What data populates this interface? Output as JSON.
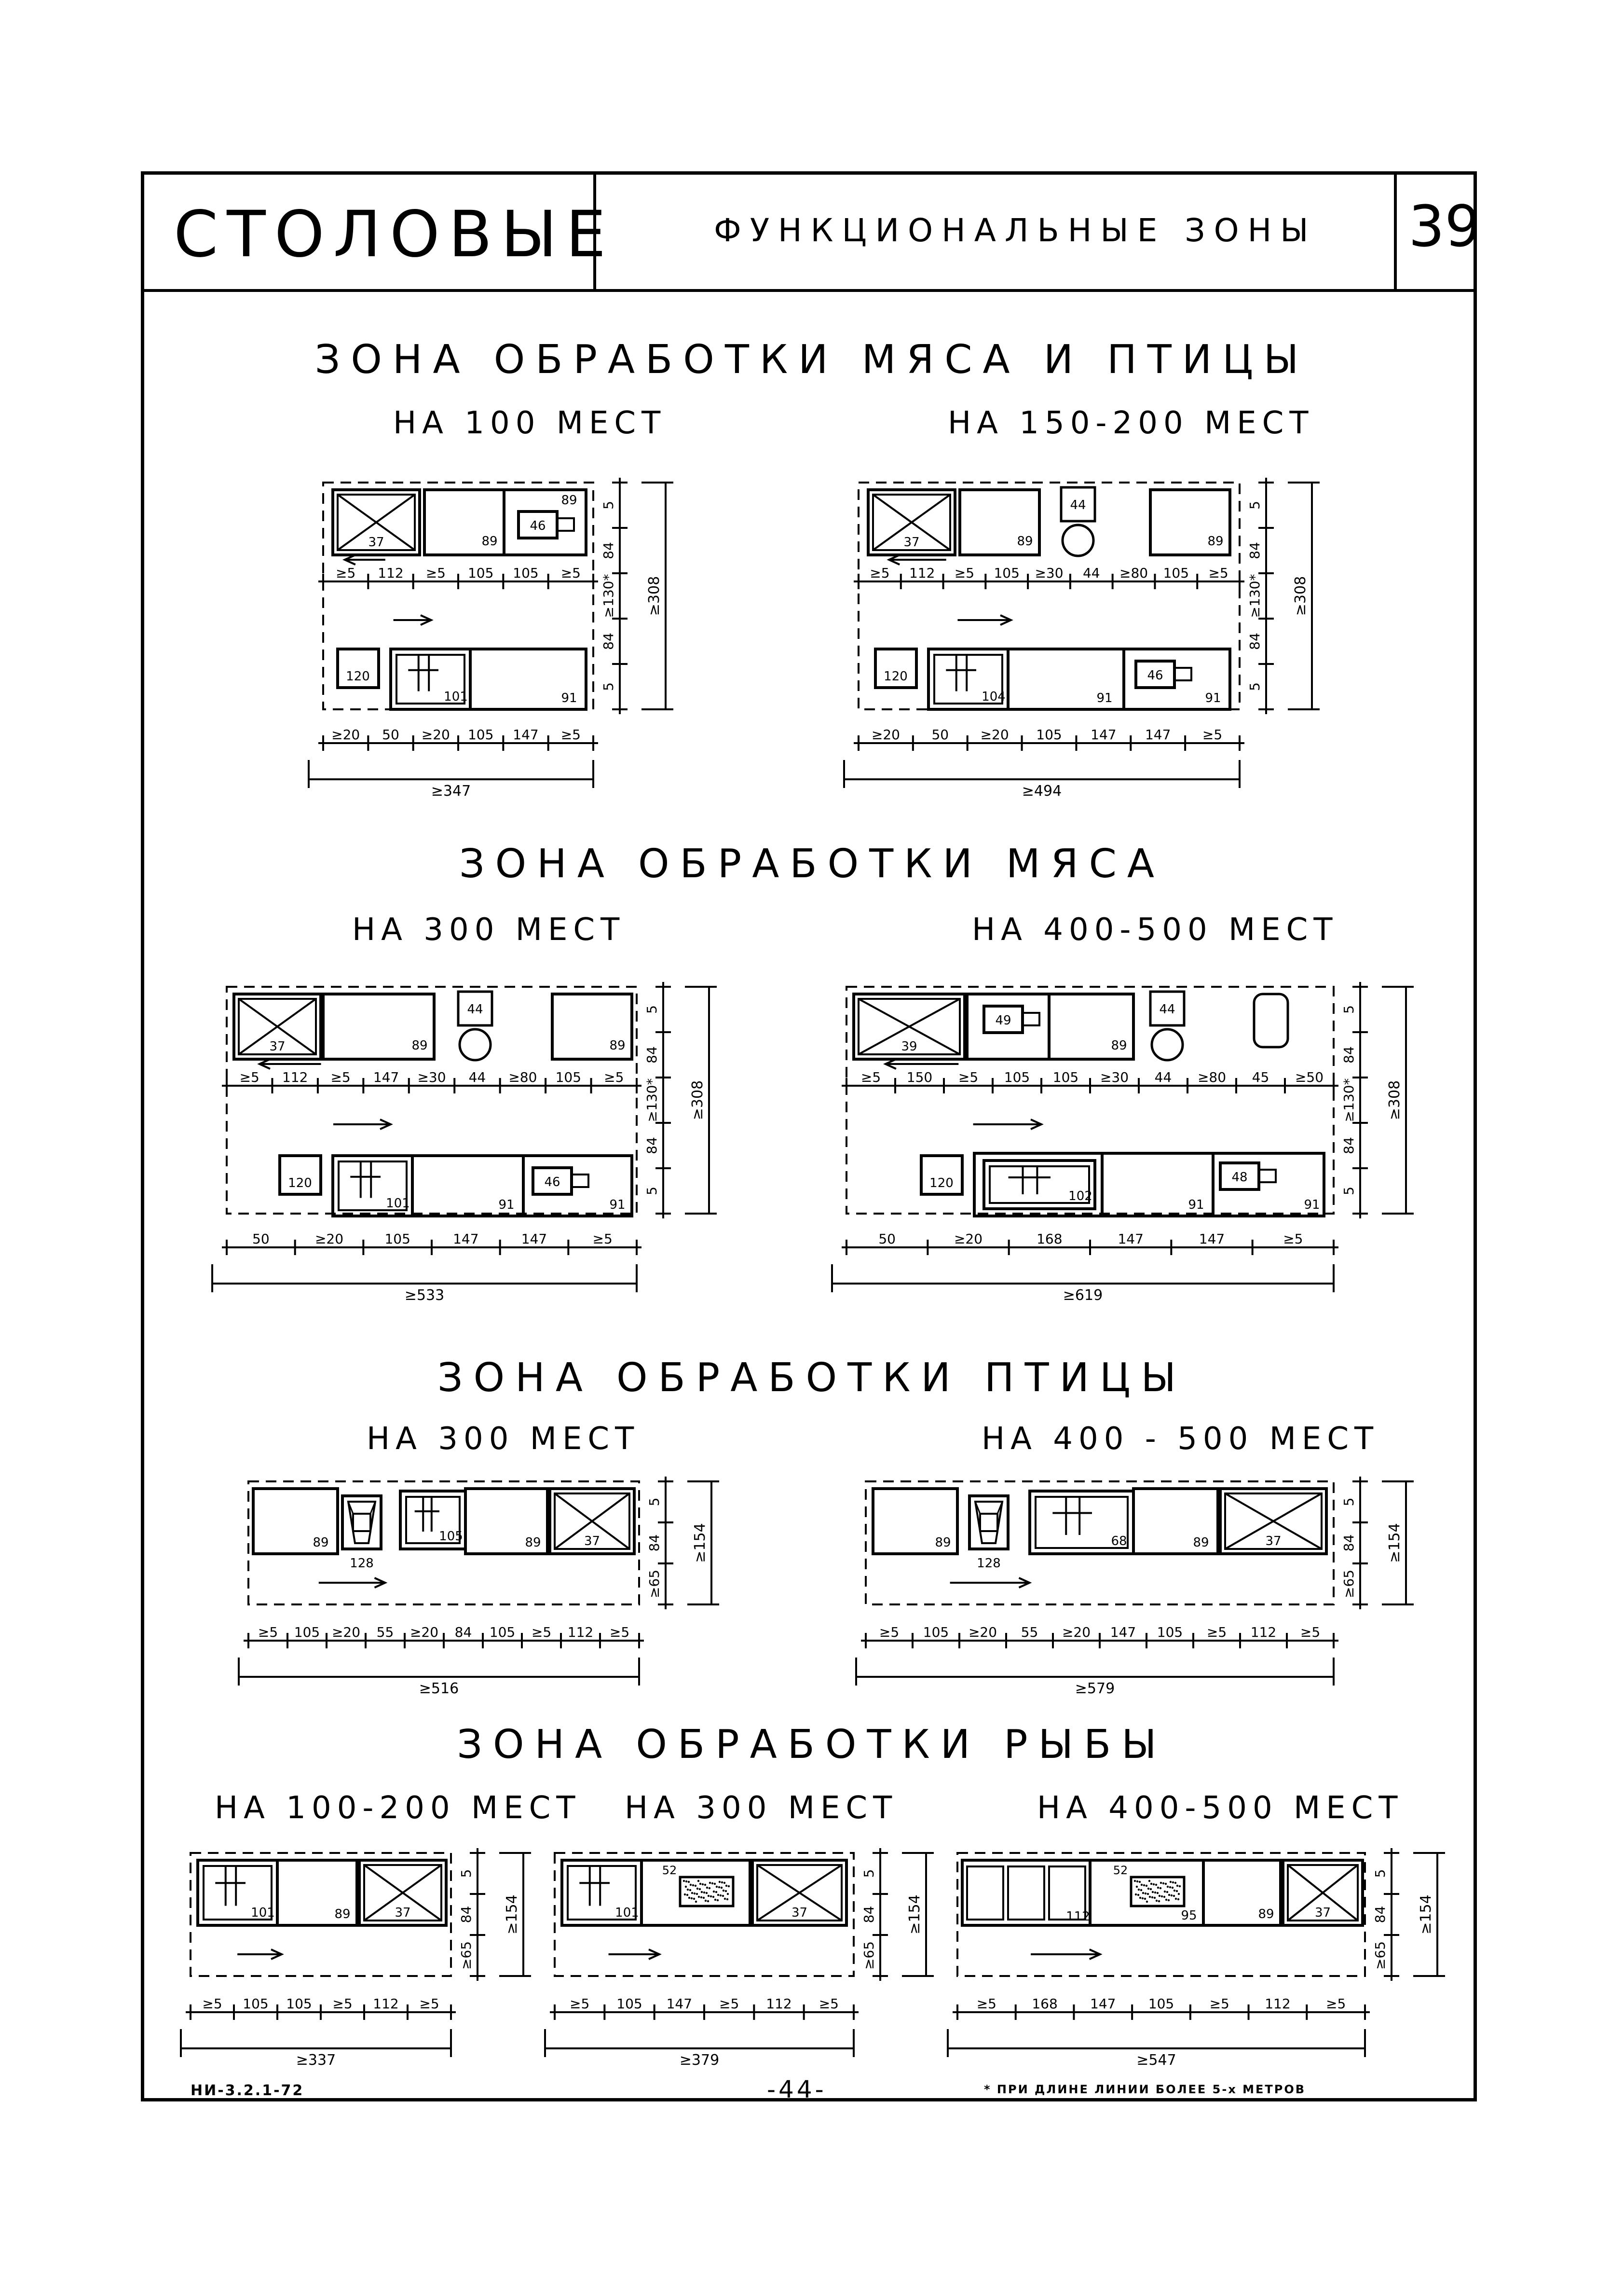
{
  "header": {
    "title": "СТОЛОВЫЕ",
    "subtitle": "ФУНКЦИОНАЛЬНЫЕ ЗОНЫ",
    "page_number": "39"
  },
  "sections": [
    {
      "title": "ЗОНА ОБРАБОТКИ МЯСА И ПТИЦЫ",
      "captions": [
        "НА 100 МЕСТ",
        "НА 150-200 МЕСТ"
      ]
    },
    {
      "title": "ЗОНА ОБРАБОТКИ МЯСА",
      "captions": [
        "НА 300 МЕСТ",
        "НА 400-500 МЕСТ"
      ]
    },
    {
      "title": "ЗОНА ОБРАБОТКИ ПТИЦЫ",
      "captions": [
        "НА 300 МЕСТ",
        "НА 400 - 500 МЕСТ"
      ]
    },
    {
      "title": "ЗОНА ОБРАБОТКИ РЫБЫ",
      "captions": [
        "НА 100-200 МЕСТ",
        "НА 300 МЕСТ",
        "НА 400-500 МЕСТ"
      ]
    }
  ],
  "plans": [
    {
      "id": "p1",
      "top_row_dims": [
        "≥5",
        "112",
        "≥5",
        "105",
        "105",
        "≥5"
      ],
      "bottom_dims": [
        "≥20",
        "50",
        "≥20",
        "105",
        "147",
        "≥5"
      ],
      "total": "≥347",
      "vertical_dims": [
        "5",
        "84",
        "≥130*",
        "84",
        "5"
      ],
      "overall_vertical": "≥308",
      "equipment": [
        "37",
        "89",
        "89",
        "46",
        "120",
        "101",
        "91"
      ]
    },
    {
      "id": "p2",
      "top_row_dims": [
        "≥5",
        "112",
        "≥5",
        "105",
        "≥30",
        "44",
        "≥80",
        "105",
        "≥5"
      ],
      "bottom_dims": [
        "≥20",
        "50",
        "≥20",
        "105",
        "147",
        "147",
        "≥5"
      ],
      "total": "≥494",
      "vertical_dims": [
        "5",
        "84",
        "≥130*",
        "84",
        "5"
      ],
      "overall_vertical": "≥308",
      "equipment": [
        "37",
        "89",
        "44",
        "89",
        "120",
        "104",
        "91",
        "46",
        "91"
      ]
    },
    {
      "id": "p3",
      "top_row_dims": [
        "≥5",
        "112",
        "≥5",
        "147",
        "≥30",
        "44",
        "≥80",
        "105",
        "≥5"
      ],
      "bottom_dims": [
        "50",
        "≥20",
        "105",
        "147",
        "147",
        "≥5"
      ],
      "total": "≥533",
      "vertical_dims": [
        "5",
        "84",
        "≥130*",
        "84",
        "5"
      ],
      "overall_vertical": "≥308",
      "equipment": [
        "37",
        "89",
        "44",
        "89",
        "120",
        "101",
        "91",
        "46",
        "91"
      ]
    },
    {
      "id": "p4",
      "top_row_dims": [
        "≥5",
        "150",
        "≥5",
        "105",
        "105",
        "≥30",
        "44",
        "≥80",
        "45",
        "≥50"
      ],
      "bottom_dims": [
        "50",
        "≥20",
        "168",
        "147",
        "147",
        "≥5"
      ],
      "total": "≥619",
      "vertical_dims": [
        "5",
        "84",
        "≥130*",
        "84",
        "5"
      ],
      "overall_vertical": "≥308",
      "equipment": [
        "39",
        "49",
        "89",
        "44",
        "120",
        "102",
        "91",
        "48",
        "91"
      ]
    },
    {
      "id": "p5",
      "bottom_dims": [
        "≥5",
        "105",
        "≥20",
        "55",
        "≥20",
        "84",
        "105",
        "≥5",
        "112",
        "≥5"
      ],
      "total": "≥516",
      "vertical_dims": [
        "5",
        "84",
        "≥65"
      ],
      "overall_vertical": "≥154",
      "equipment": [
        "89",
        "128",
        "105",
        "89",
        "37"
      ]
    },
    {
      "id": "p6",
      "bottom_dims": [
        "≥5",
        "105",
        "≥20",
        "55",
        "≥20",
        "147",
        "105",
        "≥5",
        "112",
        "≥5"
      ],
      "total": "≥579",
      "vertical_dims": [
        "5",
        "84",
        "≥65"
      ],
      "overall_vertical": "≥154",
      "equipment": [
        "89",
        "128",
        "68",
        "89",
        "37"
      ]
    },
    {
      "id": "p7",
      "bottom_dims": [
        "≥5",
        "105",
        "105",
        "≥5",
        "112",
        "≥5"
      ],
      "total": "≥337",
      "vertical_dims": [
        "5",
        "84",
        "≥65"
      ],
      "overall_vertical": "≥154",
      "equipment": [
        "101",
        "89",
        "37"
      ]
    },
    {
      "id": "p8",
      "bottom_dims": [
        "≥5",
        "105",
        "147",
        "≥5",
        "112",
        "≥5"
      ],
      "total": "≥379",
      "vertical_dims": [
        "5",
        "84",
        "≥65"
      ],
      "overall_vertical": "≥154",
      "equipment": [
        "101",
        "52",
        "37"
      ]
    },
    {
      "id": "p9",
      "bottom_dims": [
        "≥5",
        "168",
        "147",
        "105",
        "≥5",
        "112",
        "≥5"
      ],
      "total": "≥547",
      "vertical_dims": [
        "5",
        "84",
        "≥65"
      ],
      "overall_vertical": "≥154",
      "equipment": [
        "112",
        "52",
        "95",
        "89",
        "37"
      ]
    }
  ],
  "footer": {
    "left": "НИ-3.2.1-72",
    "page": "-44-",
    "note": "* ПРИ ДЛИНЕ ЛИНИИ БОЛЕЕ 5-х МЕТРОВ"
  }
}
